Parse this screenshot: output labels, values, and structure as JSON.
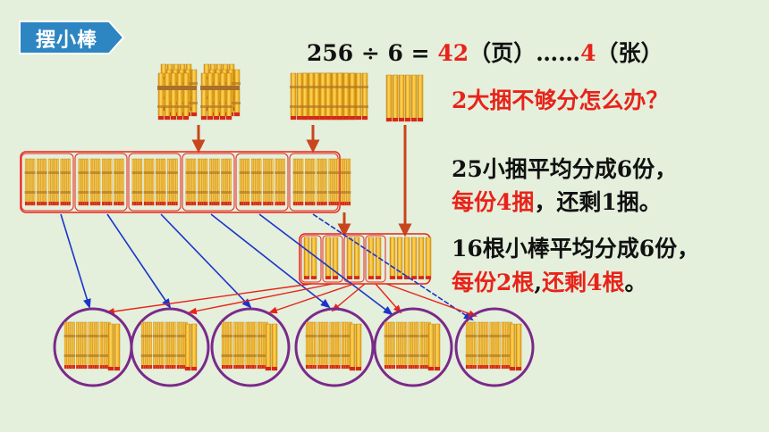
{
  "title": "摆小棒",
  "equation": {
    "lhs": "256 ÷ 6 =",
    "quotient": "42",
    "unit1": "（页）……",
    "remainder": "4",
    "unit2": "（张）"
  },
  "question": "2大捆不够分怎么办？",
  "step1": {
    "line1": "25小捆平均分成6份，",
    "line2_red": "每份4捆",
    "line2_rest": "，还剩1捆。"
  },
  "step2": {
    "line1": "16根小棒平均分成6份，",
    "line2_a": "每份2根",
    "line2_b": ",",
    "line2_c": "还剩4根",
    "line2_d": "。"
  },
  "colors": {
    "background": "#e4efdc",
    "tag": "#2d86c2",
    "accent_red": "#e8231a",
    "arrow_brown": "#c8461c",
    "arrow_blue": "#1a35c8",
    "circle": "#7a2a8a",
    "stick": "#f2b21c",
    "stick_tip": "#d8261c"
  }
}
